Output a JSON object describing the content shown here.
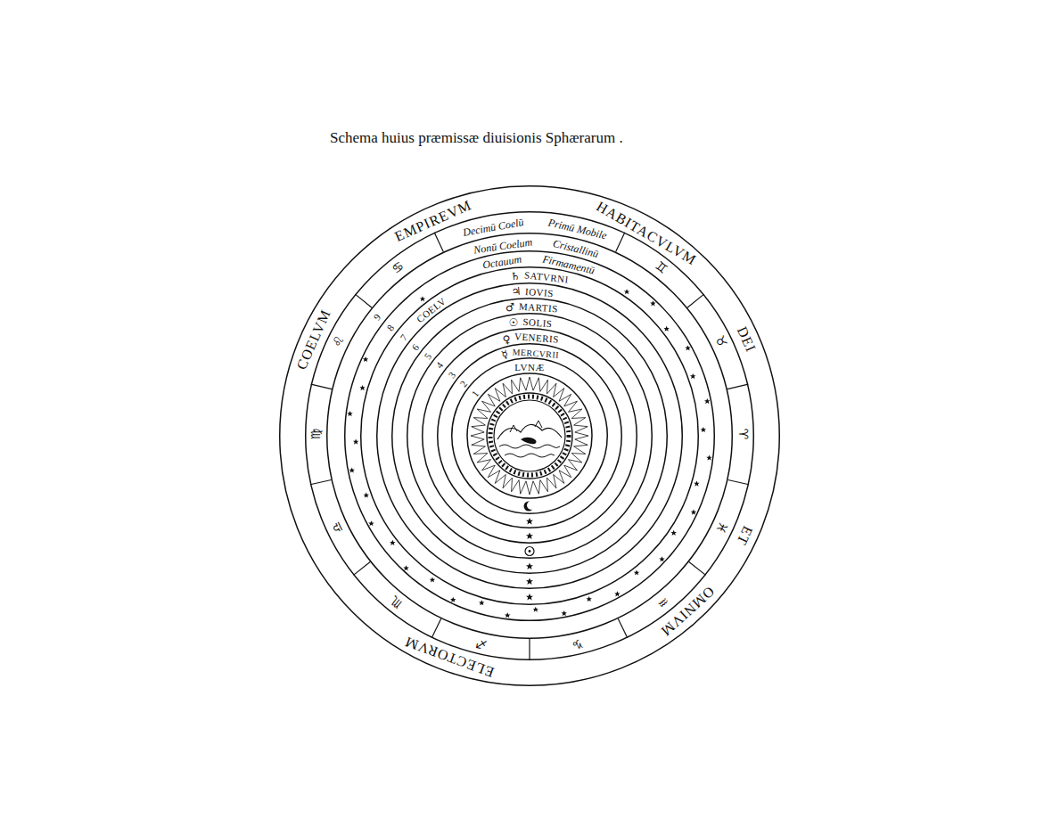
{
  "diagram": {
    "title": "Schema huius præmissæ diuisionis Sphærarum .",
    "nodes": [
      {
        "text": [
          "COELVM",
          "EMPIREVM",
          "HABITACVLVM",
          "DEI",
          "ET",
          "OMNIVM",
          "ELECTORVM"
        ]
      },
      {
        "text": [
          "Decimū Coelū",
          "Primū Mobile"
        ],
        "in": 0
      },
      {
        "text": [
          "Nonū Coelum",
          "Cristallinū"
        ],
        "in": 1
      },
      {
        "text": [
          "Octauum",
          "Firmamentū"
        ],
        "in": 2
      },
      {
        "text": [
          "COELV",
          "♄",
          "SATVRNI"
        ],
        "in": 3
      },
      {
        "text": [
          "♃",
          "IOVIS"
        ],
        "in": 4
      },
      {
        "text": [
          "♂",
          "MARTIS"
        ],
        "in": 5
      },
      {
        "text": [
          "☉",
          "SOLIS"
        ],
        "in": 6
      },
      {
        "text": [
          "♀",
          "VENERIS"
        ],
        "in": 7
      },
      {
        "text": [
          "☿",
          "MERCVRII"
        ],
        "in": 8
      },
      {
        "text": [
          "LVNÆ"
        ],
        "in": 9
      }
    ],
    "labels": [
      "♊",
      "♉",
      "♈",
      "♓",
      "♒",
      "♑",
      "♐",
      "♏",
      "♎",
      "♍",
      "♌",
      "♋",
      "9",
      "8",
      "7",
      "6",
      "5",
      "4",
      "3",
      "2",
      "1"
    ]
  }
}
